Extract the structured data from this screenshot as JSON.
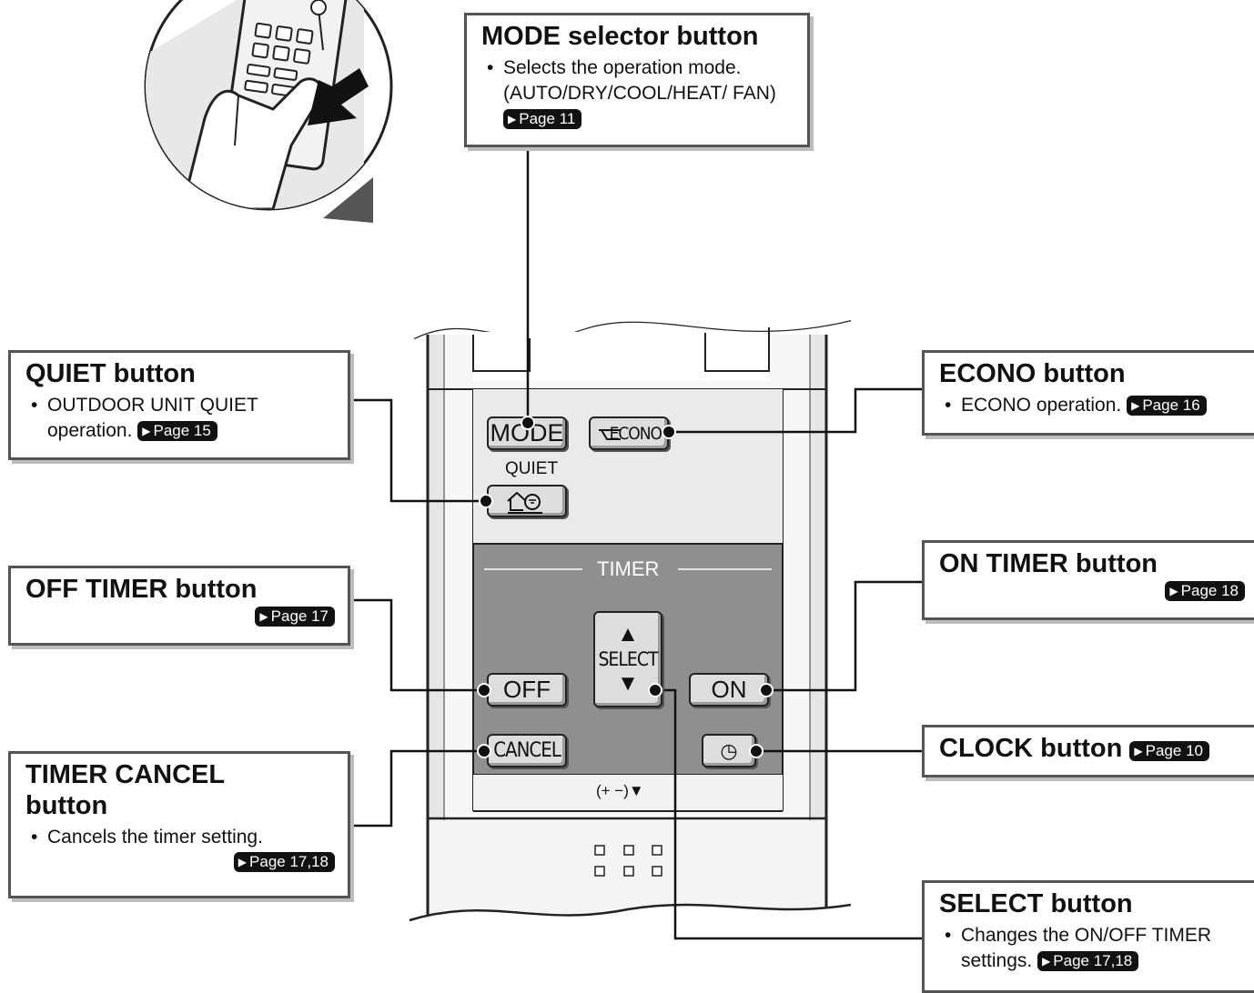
{
  "callouts": {
    "mode": {
      "title": "MODE selector button",
      "desc": "Selects the operation mode. (AUTO/DRY/COOL/HEAT/ FAN)",
      "page": "Page 11"
    },
    "quiet": {
      "title": "QUIET button",
      "desc": "OUTDOOR UNIT QUIET operation.",
      "page": "Page 15"
    },
    "econo": {
      "title": "ECONO button",
      "desc": "ECONO operation.",
      "page": "Page 16"
    },
    "off_timer": {
      "title": "OFF TIMER button",
      "page": "Page 17"
    },
    "on_timer": {
      "title": "ON TIMER button",
      "page": "Page 18"
    },
    "timer_cancel": {
      "title": "TIMER CANCEL button",
      "desc": "Cancels the timer setting.",
      "page": "Page 17,18"
    },
    "clock": {
      "title": "CLOCK button",
      "page": "Page 10"
    },
    "select": {
      "title": "SELECT button",
      "desc": "Changes the ON/OFF TIMER settings.",
      "page": "Page 17,18"
    }
  },
  "remote": {
    "mode_label": "MODE",
    "econo_label": "ECONO",
    "quiet_label": "QUIET",
    "timer_label": "TIMER",
    "off_label": "OFF",
    "on_label": "ON",
    "select_label": "SELECT",
    "cancel_label": "CANCEL",
    "clock_symbol": "◷",
    "up_arrow": "▲",
    "down_arrow": "▼",
    "battery_symbol": "(+ −)▼"
  },
  "colors": {
    "panel_gray": "#8f8f8f",
    "remote_body": "#e3e3e3",
    "callout_border": "#555555"
  }
}
